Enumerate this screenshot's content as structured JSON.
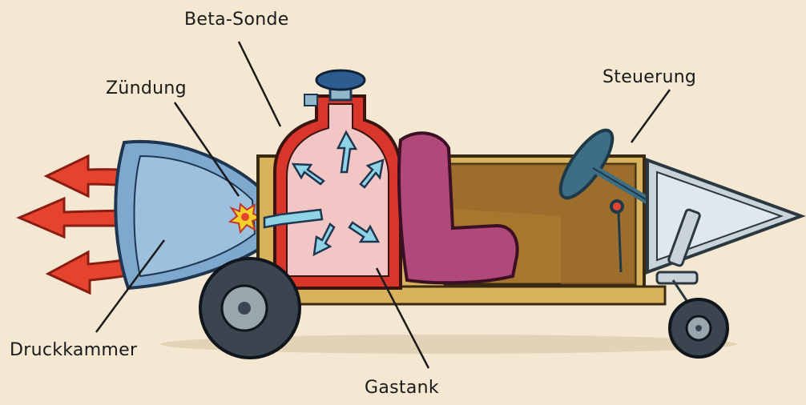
{
  "labels": {
    "beta_sonde": "Beta-Sonde",
    "zuendung": "Zündung",
    "steuerung": "Steuerung",
    "druckkammer": "Druckkammer",
    "gastank": "Gastank"
  },
  "colors": {
    "background": "#f4e8d2",
    "tank_shell": "#d9362b",
    "tank_inner": "#f2c6c4",
    "arrow_blue": "#8fd3e6",
    "exhaust_red": "#e5432d",
    "chamber_blue": "#7fa8cf",
    "seat": "#b0497a",
    "body_wood": "#a8762f",
    "frame_tan": "#d9b25c",
    "nose_grey": "#c9d4da",
    "wheel_dark": "#3a4550",
    "steering": "#3c6f86"
  }
}
